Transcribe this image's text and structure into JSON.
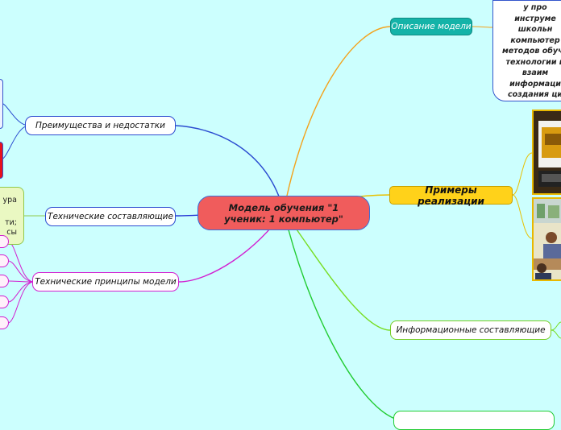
{
  "central": {
    "label": "Модель обучения \"1 ученик: 1 компьютер\""
  },
  "left_branches": {
    "advantages": "Преимущества и недостатки",
    "tech_components": "Технические составляющие",
    "tech_principles": "Технические принципы модели"
  },
  "tech_components_fragment": [
    "ура",
    "ти;",
    "сы"
  ],
  "right_branches": {
    "description": "Описание модели",
    "examples": "Примеры реализации",
    "info_components": "Информационные составляющие"
  },
  "description_text": [
    "у про",
    "инструме",
    "школьн",
    "компьютер",
    "методов обуче",
    "технологии и",
    "взаим",
    "информаци",
    "создания ци"
  ],
  "colors": {
    "background": "#ccfffe",
    "central": "#f05c5c",
    "advantages_edge": "#2a4bd0",
    "tech_components_edge": "#2a3bd6",
    "tech_principles_edge": "#d21fd0",
    "description_edge": "#f3a21b",
    "examples_edge": "#e8c000",
    "info_components_edge": "#77dd22",
    "bottom_edge": "#22cc33"
  }
}
